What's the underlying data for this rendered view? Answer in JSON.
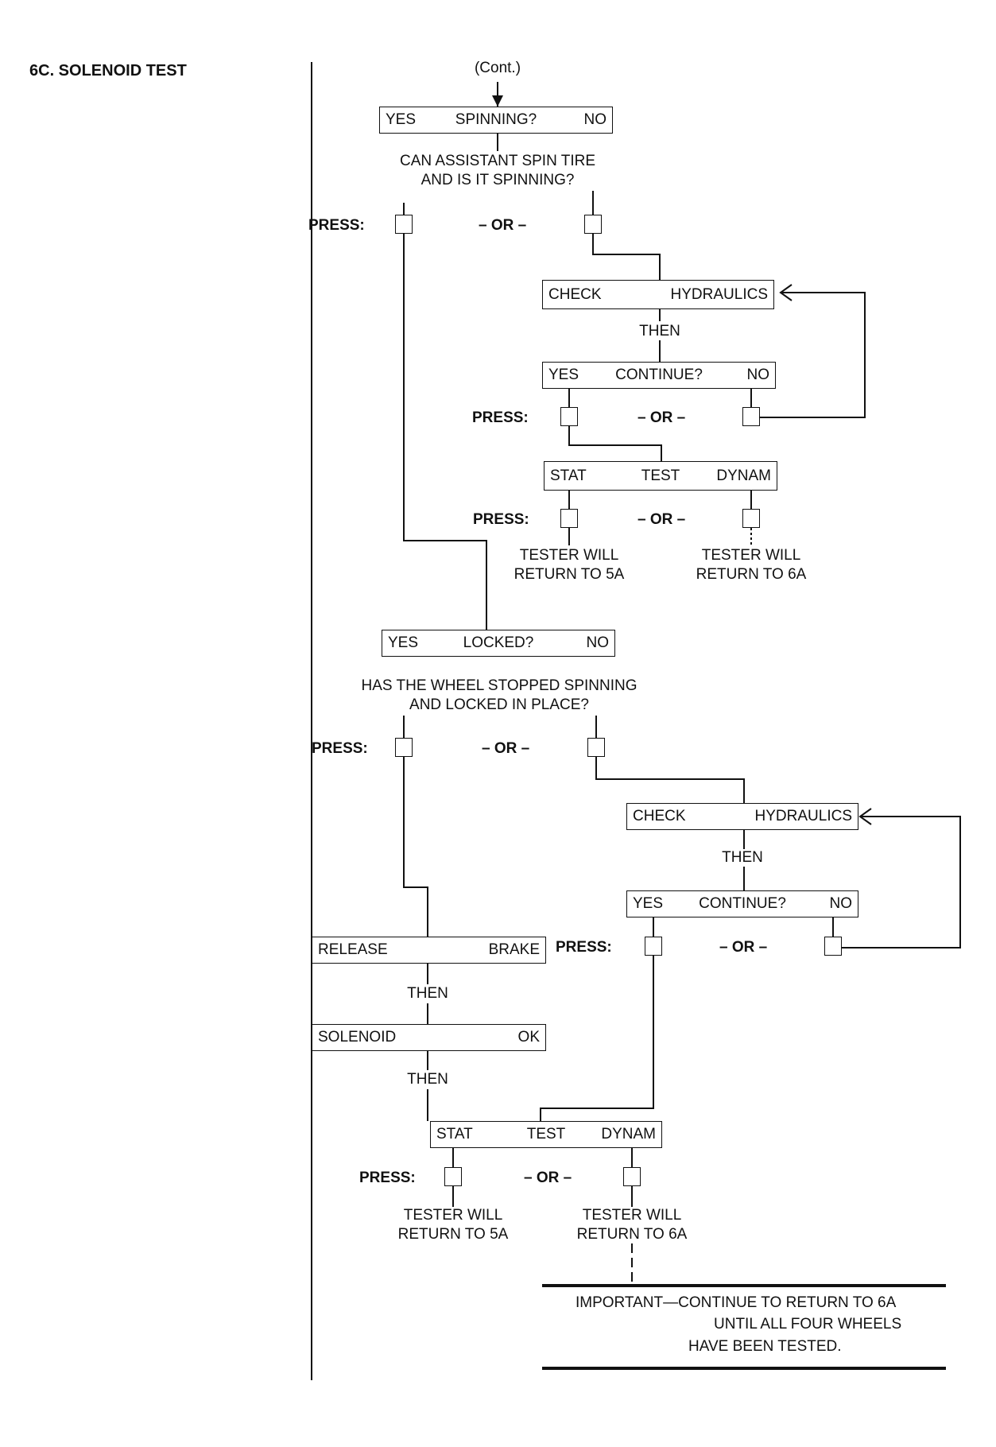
{
  "title": "6C. SOLENOID TEST",
  "cont": "(Cont.)",
  "press": "PRESS:",
  "or": "– OR –",
  "then": "THEN",
  "spin_box": {
    "left": "YES",
    "mid": "SPINNING?",
    "right": "NO"
  },
  "spin_question": [
    "CAN ASSISTANT SPIN TIRE",
    "AND IS IT SPINNING?"
  ],
  "check1": {
    "left": "CHECK",
    "right": "HYDRAULICS"
  },
  "cont1": {
    "left": "YES",
    "mid": "CONTINUE?",
    "right": "NO"
  },
  "stat1": {
    "left": "STAT",
    "mid": "TEST",
    "right": "DYNAM"
  },
  "tester1_left": [
    "TESTER WILL",
    "RETURN TO 5A"
  ],
  "tester1_right": [
    "TESTER WILL",
    "RETURN TO 6A"
  ],
  "locked_box": {
    "left": "YES",
    "mid": "LOCKED?",
    "right": "NO"
  },
  "locked_question": [
    "HAS THE WHEEL STOPPED SPINNING",
    "AND LOCKED IN PLACE?"
  ],
  "check2": {
    "left": "CHECK",
    "right": "HYDRAULICS"
  },
  "cont2": {
    "left": "YES",
    "mid": "CONTINUE?",
    "right": "NO"
  },
  "release_box": {
    "left": "RELEASE",
    "right": "BRAKE"
  },
  "solenoid_box": {
    "left": "SOLENOID",
    "right": "OK"
  },
  "stat2": {
    "left": "STAT",
    "mid": "TEST",
    "right": "DYNAM"
  },
  "tester2_left": [
    "TESTER WILL",
    "RETURN TO 5A"
  ],
  "tester2_right": [
    "TESTER WILL",
    "RETURN TO 6A"
  ],
  "important": [
    "IMPORTANT—CONTINUE TO RETURN TO 6A",
    "UNTIL ALL FOUR WHEELS",
    "HAVE BEEN TESTED."
  ]
}
